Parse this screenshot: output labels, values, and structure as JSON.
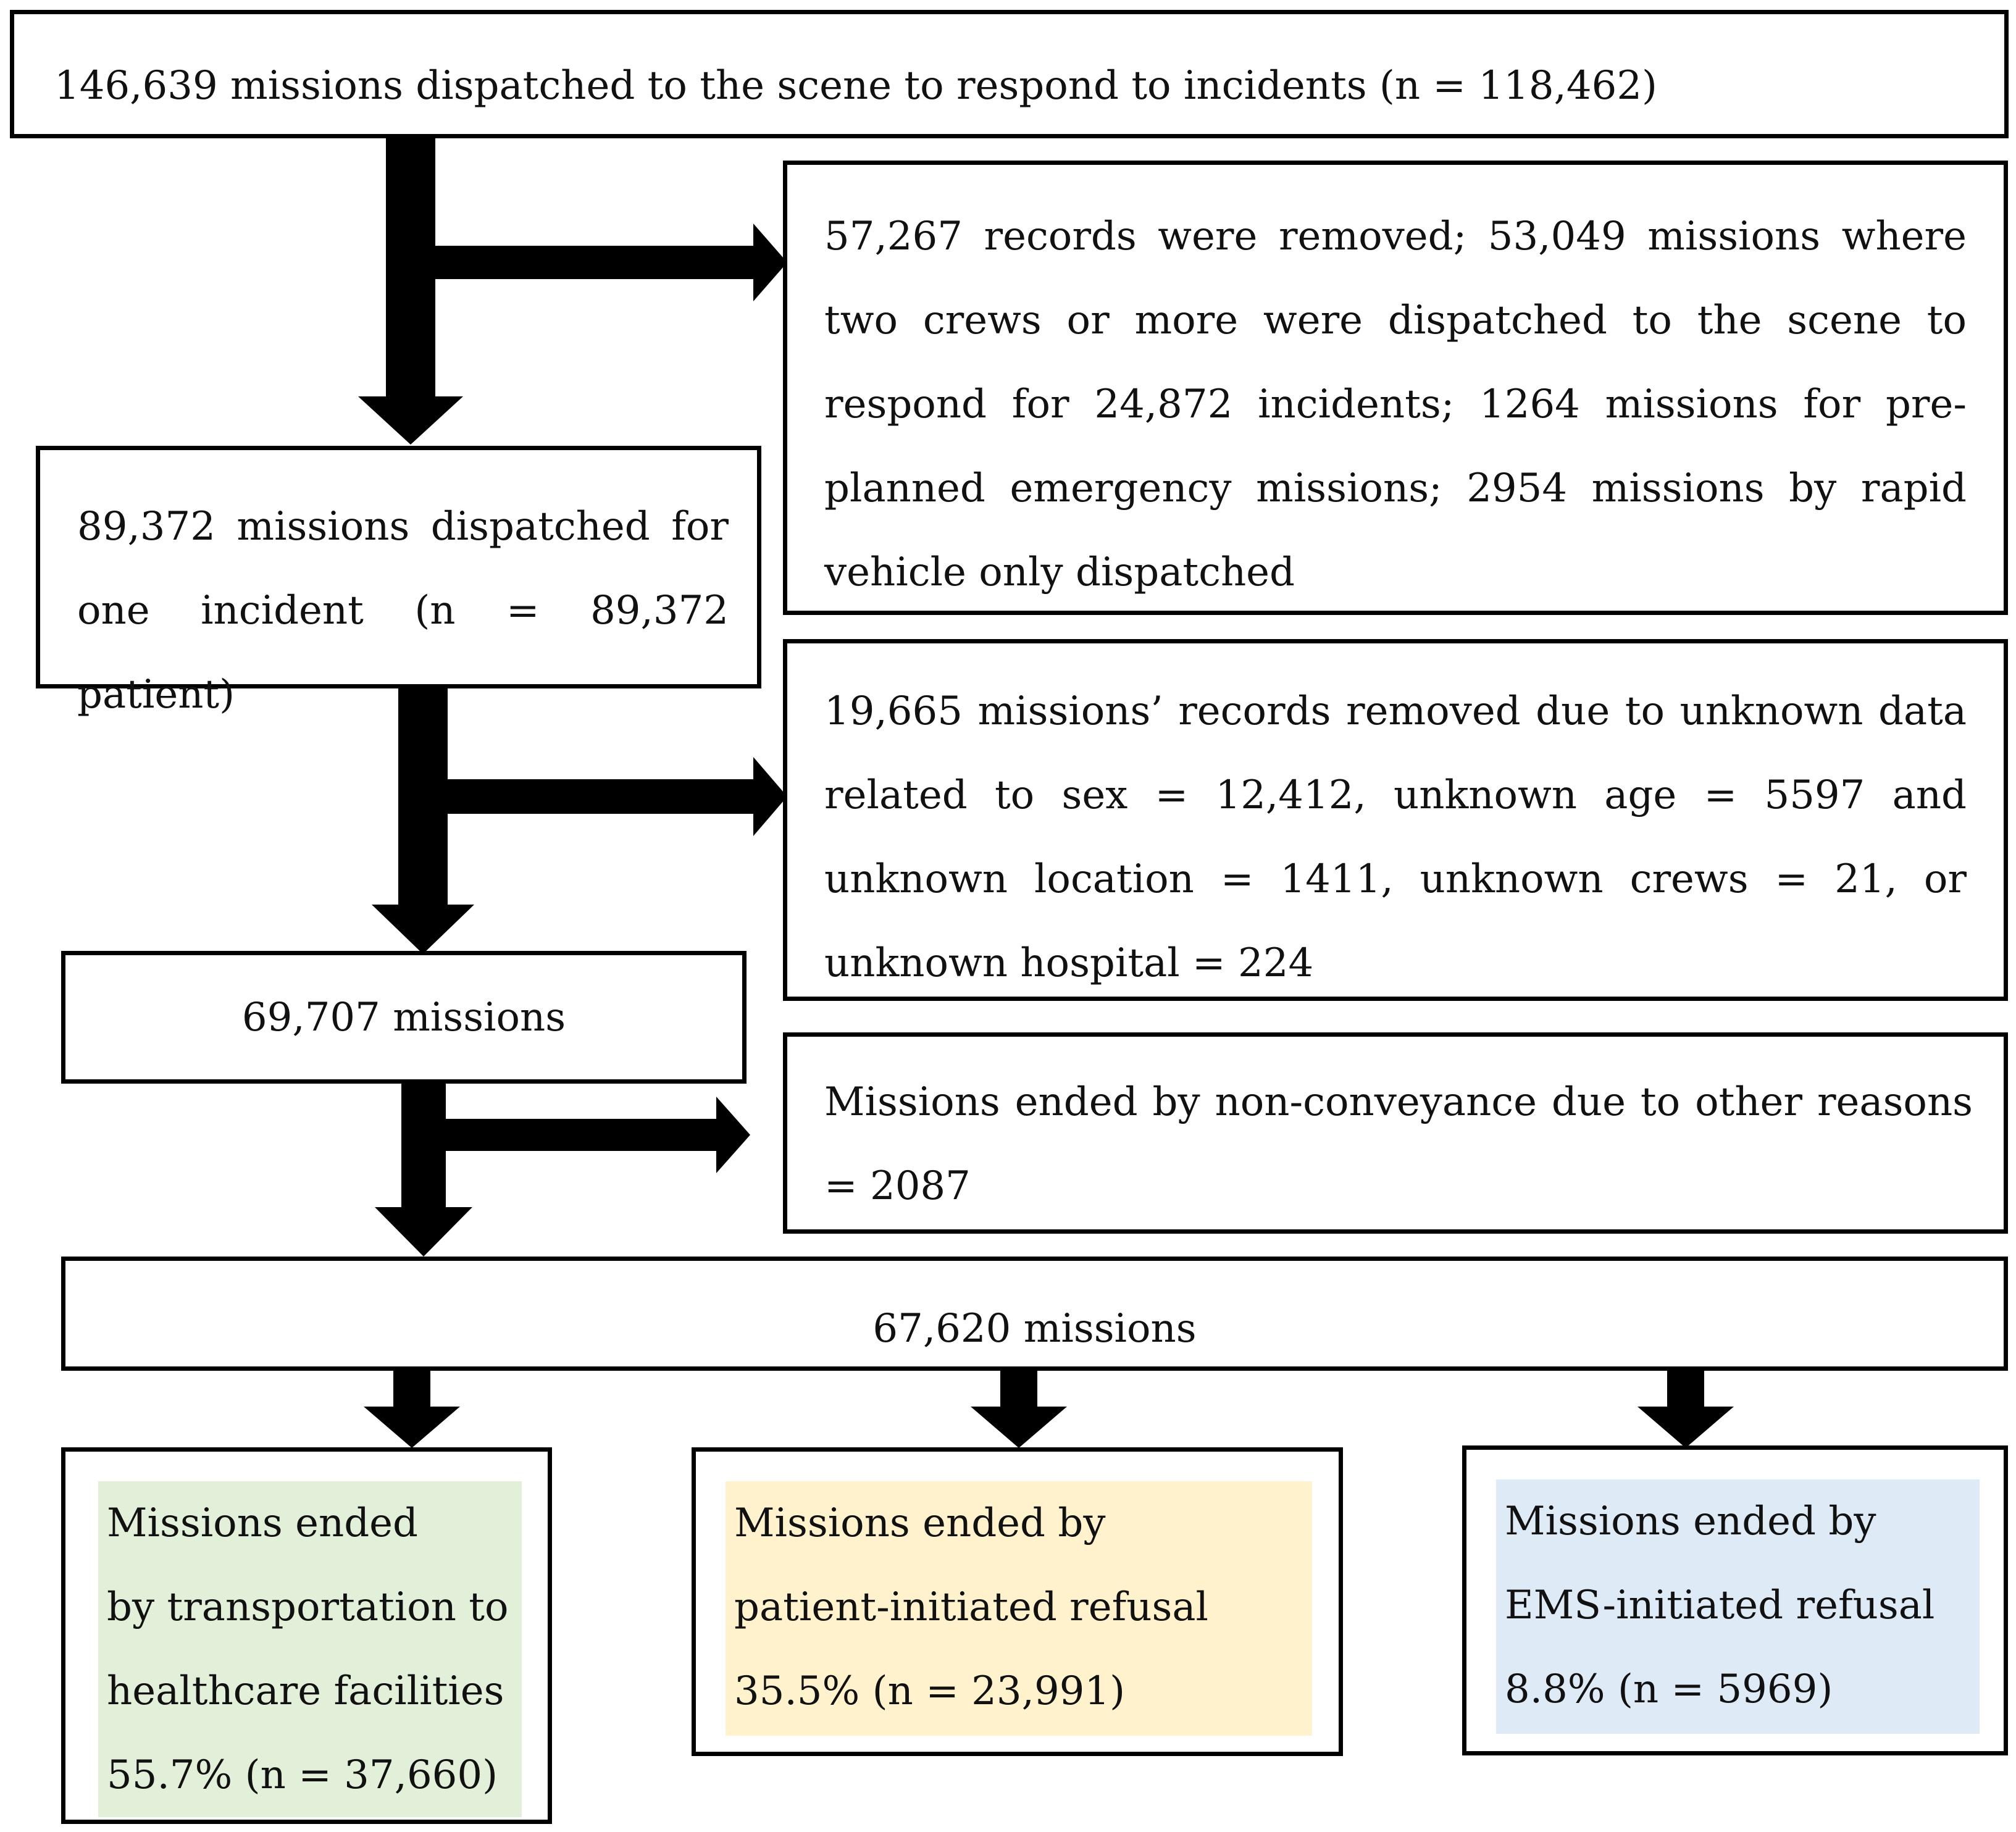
{
  "nodes": {
    "start": {
      "text": "146,639 missions dispatched to the scene to respond to incidents (n = 118,462)"
    },
    "excluded_multi": {
      "text": "57,267 records were removed; 53,049 missions where two crews or more were dispatched to the scene to respond for 24,872 incidents; 1264 missions for pre-planned emergency missions; 2954 missions by rapid vehicle only dispatched"
    },
    "one_incident": {
      "text": "89,372 missions dispatched for one incident (n = 89,372 patient)"
    },
    "excluded_unknown": {
      "text": "19,665 missions’ records removed due to unknown data related to sex = 12,412, unknown age = 5597 and unknown location = 1411, unknown crews = 21, or unknown hospital = 224"
    },
    "after_unknown": {
      "text": "69,707 missions"
    },
    "excluded_other": {
      "text": "Missions ended by non-conveyance due to other reasons = 2087"
    },
    "final": {
      "text": "67,620 missions"
    },
    "outcome_transport": {
      "lines": [
        "Missions ended",
        "by transportation to",
        "healthcare facilities",
        "55.7% (n = 37,660)"
      ],
      "color": "#e2efd9"
    },
    "outcome_patient_refusal": {
      "lines": [
        "Missions ended by",
        "patient-initiated refusal",
        "35.5% (n = 23,991)"
      ],
      "color": "#fff2cc"
    },
    "outcome_ems_refusal": {
      "lines": [
        "Missions ended by",
        "EMS-initiated refusal",
        "8.8% (n = 5969)"
      ],
      "color": "#deeaf6"
    }
  }
}
